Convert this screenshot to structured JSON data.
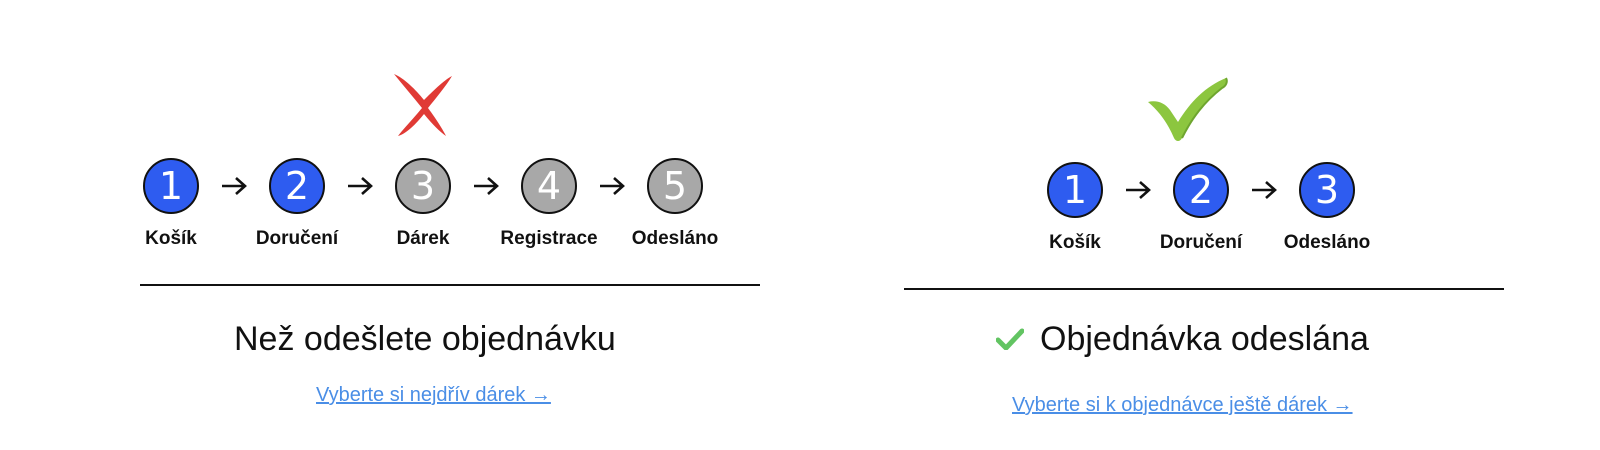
{
  "colors": {
    "active_step": "#2e5cf0",
    "inactive_step": "#a8a8a8",
    "link": "#4a8ee6",
    "cross_mark": "#e03a35",
    "check_mark": "#8cc63f",
    "heading_check": "#62c462"
  },
  "left_panel": {
    "status_icon": "red-x-mark",
    "steps": [
      {
        "number": "1",
        "label": "Košík",
        "state": "active"
      },
      {
        "number": "2",
        "label": "Doručení",
        "state": "active"
      },
      {
        "number": "3",
        "label": "Dárek",
        "state": "inactive"
      },
      {
        "number": "4",
        "label": "Registrace",
        "state": "inactive"
      },
      {
        "number": "5",
        "label": "Odesláno",
        "state": "inactive"
      }
    ],
    "heading": "Než odešlete objednávku",
    "link_text": "Vyberte si nejdřív dárek →"
  },
  "right_panel": {
    "status_icon": "green-check-mark",
    "steps": [
      {
        "number": "1",
        "label": "Košík",
        "state": "active"
      },
      {
        "number": "2",
        "label": "Doručení",
        "state": "active"
      },
      {
        "number": "3",
        "label": "Odesláno",
        "state": "active"
      }
    ],
    "heading_icon": "check-icon",
    "heading": "Objednávka odeslána",
    "link_text": "Vyberte si k objednávce ještě dárek →"
  }
}
